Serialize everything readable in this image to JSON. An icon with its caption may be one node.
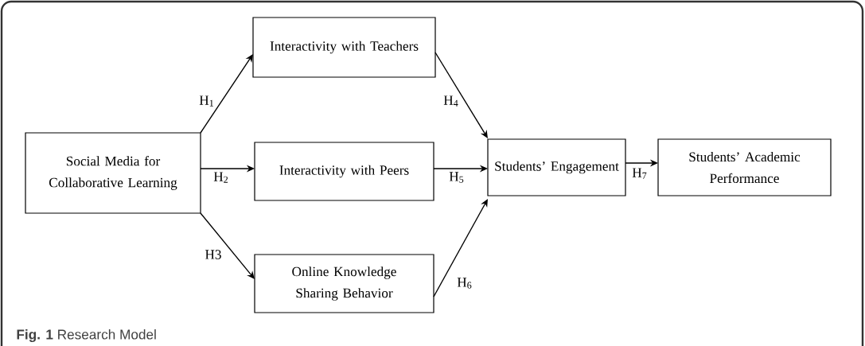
{
  "diagram": {
    "caption": "**Fig. 1** Research Model",
    "nodes": [
      {
        "text": [
          "Social Media for Collaborative Learning"
        ]
      },
      {
        "text": [
          "Interactivity with Teachers"
        ]
      },
      {
        "text": [
          "Interactivity with Peers"
        ]
      },
      {
        "text": [
          "Online Knowledge Sharing Behavior"
        ]
      },
      {
        "text": [
          "Students’ Engagement"
        ]
      },
      {
        "text": [
          "Students’ Academic Performance"
        ]
      }
    ],
    "edges": [
      {
        "from": 0,
        "to": 1,
        "arrow": "to",
        "label": "H$_{1}$"
      },
      {
        "from": 0,
        "to": 2,
        "arrow": "to",
        "label": "H$_{2}$"
      },
      {
        "from": 0,
        "to": 3,
        "arrow": "to",
        "label": "H3"
      },
      {
        "from": 1,
        "to": 4,
        "arrow": "to",
        "label": "H$_{4}$"
      },
      {
        "from": 2,
        "to": 4,
        "arrow": "to",
        "label": "H$_{5}$"
      },
      {
        "from": 3,
        "to": 4,
        "arrow": "to",
        "label": "H$_{6}$"
      },
      {
        "from": 4,
        "to": 5,
        "arrow": "to",
        "label": "H$_{7}$"
      }
    ]
  }
}
